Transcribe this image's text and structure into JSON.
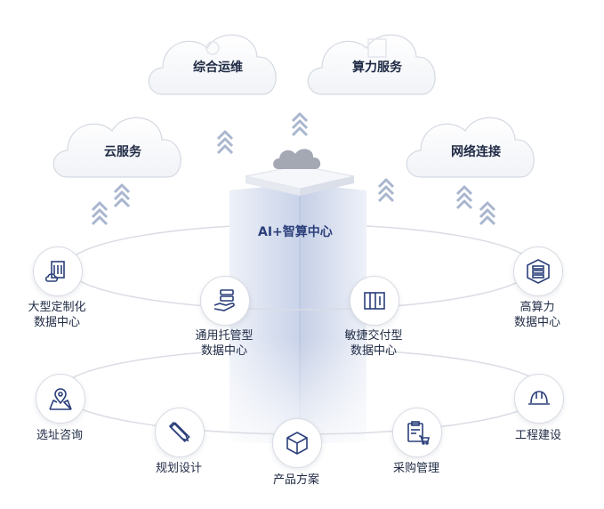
{
  "tower": {
    "title": "AI+智算中心"
  },
  "clouds": [
    {
      "id": "ops",
      "label": "综合运维"
    },
    {
      "id": "compute",
      "label": "算力服务"
    },
    {
      "id": "cloud-service",
      "label": "云服务"
    },
    {
      "id": "network",
      "label": "网络连接"
    }
  ],
  "ring_upper": [
    {
      "id": "custom-dc",
      "line1": "大型定制化",
      "line2": "数据中心",
      "icon": "building-cloud-icon"
    },
    {
      "id": "hosted-dc",
      "line1": "通用托管型",
      "line2": "数据中心",
      "icon": "server-hand-icon"
    },
    {
      "id": "agile-dc",
      "line1": "敏捷交付型",
      "line2": "数据中心",
      "icon": "modular-container-icon"
    },
    {
      "id": "hpc-dc",
      "line1": "高算力",
      "line2": "数据中心",
      "icon": "server-rack-icon"
    }
  ],
  "ring_lower": [
    {
      "id": "site",
      "label": "选址咨询",
      "icon": "map-pin-icon"
    },
    {
      "id": "planning",
      "label": "规划设计",
      "icon": "ruler-pencil-icon"
    },
    {
      "id": "solution",
      "label": "产品方案",
      "icon": "cube-icon"
    },
    {
      "id": "procurement",
      "label": "采购管理",
      "icon": "clipboard-cart-icon"
    },
    {
      "id": "construction",
      "label": "工程建设",
      "icon": "hard-hat-icon"
    }
  ],
  "colors": {
    "accent": "#2b3f7a",
    "chevron": "#a9b6cf",
    "ring": "#d9dce3",
    "tower": "#e4e9f5"
  }
}
